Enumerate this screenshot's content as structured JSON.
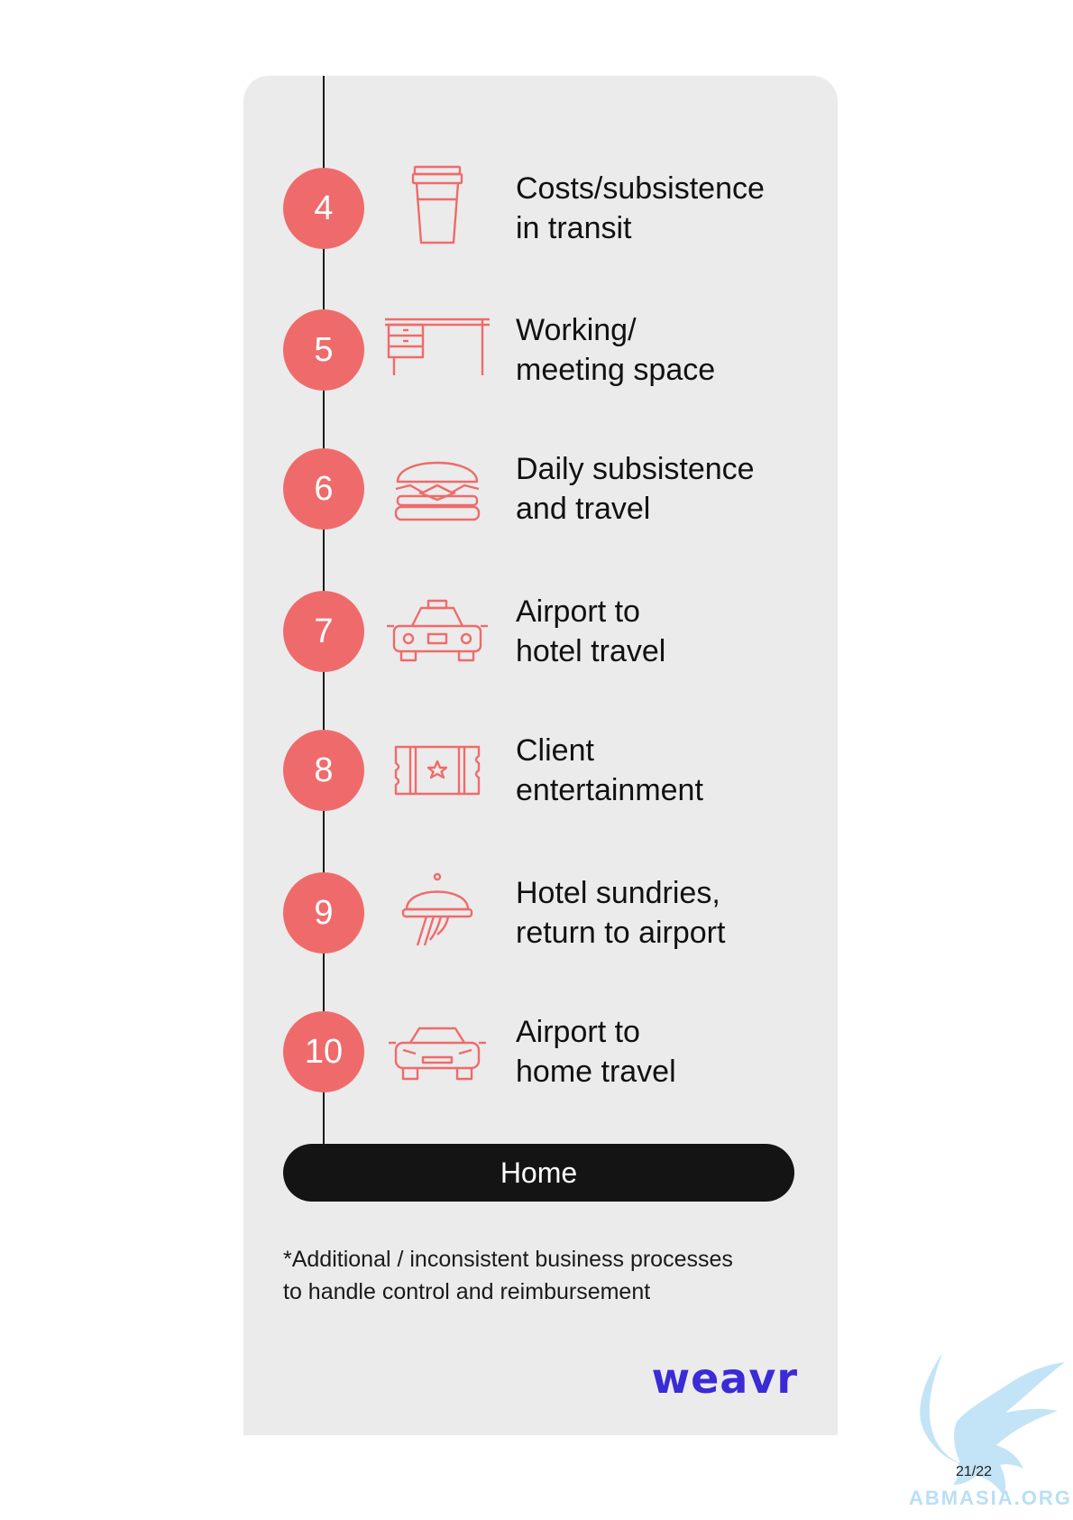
{
  "steps": [
    {
      "number": "4",
      "line1": "Costs/subsistence",
      "line2": "in transit",
      "icon": "coffee-cup-icon"
    },
    {
      "number": "5",
      "line1": "Working/",
      "line2": "meeting space",
      "icon": "desk-icon"
    },
    {
      "number": "6",
      "line1": "Daily subsistence",
      "line2": "and travel",
      "icon": "burger-icon"
    },
    {
      "number": "7",
      "line1": "Airport to",
      "line2": "hotel travel",
      "icon": "taxi-icon"
    },
    {
      "number": "8",
      "line1": "Client",
      "line2": "entertainment",
      "icon": "ticket-icon"
    },
    {
      "number": "9",
      "line1": "Hotel sundries,",
      "line2": "return to airport",
      "icon": "room-service-icon"
    },
    {
      "number": "10",
      "line1": "Airport to",
      "line2": "home travel",
      "icon": "car-icon"
    }
  ],
  "home_label": "Home",
  "footnote": {
    "line1": "*Additional / inconsistent business processes",
    "line2": "to handle control and reimbursement"
  },
  "logo_text": "weavr",
  "page_number": "21/22",
  "watermark_text": "ABMASIA.ORG",
  "colors": {
    "accent": "#ef6b6b",
    "panel": "#ebebeb",
    "home_bar": "#141414",
    "logo": "#3a2bd6"
  }
}
